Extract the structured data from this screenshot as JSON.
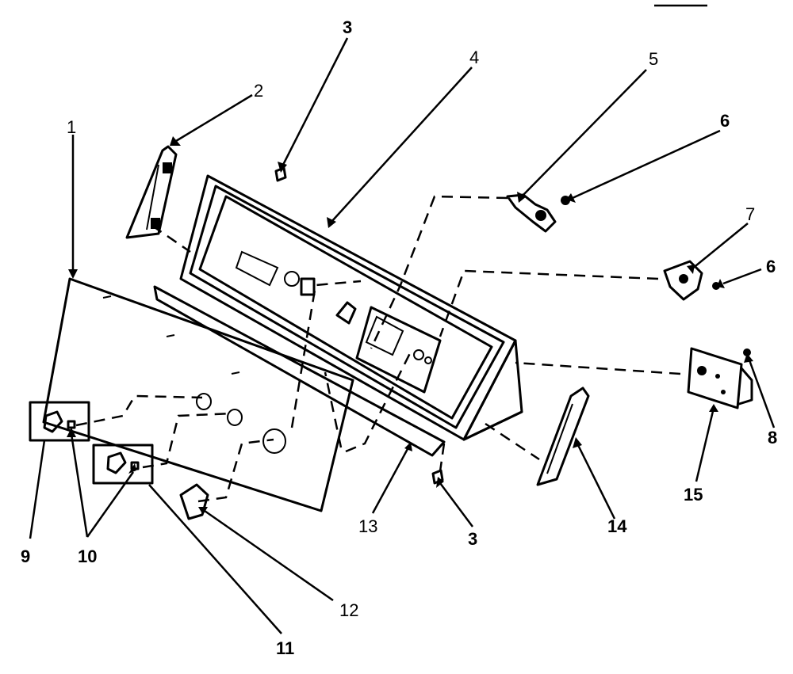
{
  "diagram": {
    "callouts": [
      {
        "id": "callout-1",
        "text": "1"
      },
      {
        "id": "callout-2",
        "text": "2"
      },
      {
        "id": "callout-3-top",
        "text": "3"
      },
      {
        "id": "callout-4",
        "text": "4"
      },
      {
        "id": "callout-5",
        "text": "5"
      },
      {
        "id": "callout-6-top",
        "text": "6"
      },
      {
        "id": "callout-7",
        "text": "7"
      },
      {
        "id": "callout-6-right",
        "text": "6"
      },
      {
        "id": "callout-8",
        "text": "8"
      },
      {
        "id": "callout-15",
        "text": "15"
      },
      {
        "id": "callout-14",
        "text": "14"
      },
      {
        "id": "callout-3-bottom",
        "text": "3"
      },
      {
        "id": "callout-13",
        "text": "13"
      },
      {
        "id": "callout-12",
        "text": "12"
      },
      {
        "id": "callout-11",
        "text": "11"
      },
      {
        "id": "callout-10",
        "text": "10"
      },
      {
        "id": "callout-9",
        "text": "9"
      }
    ]
  }
}
